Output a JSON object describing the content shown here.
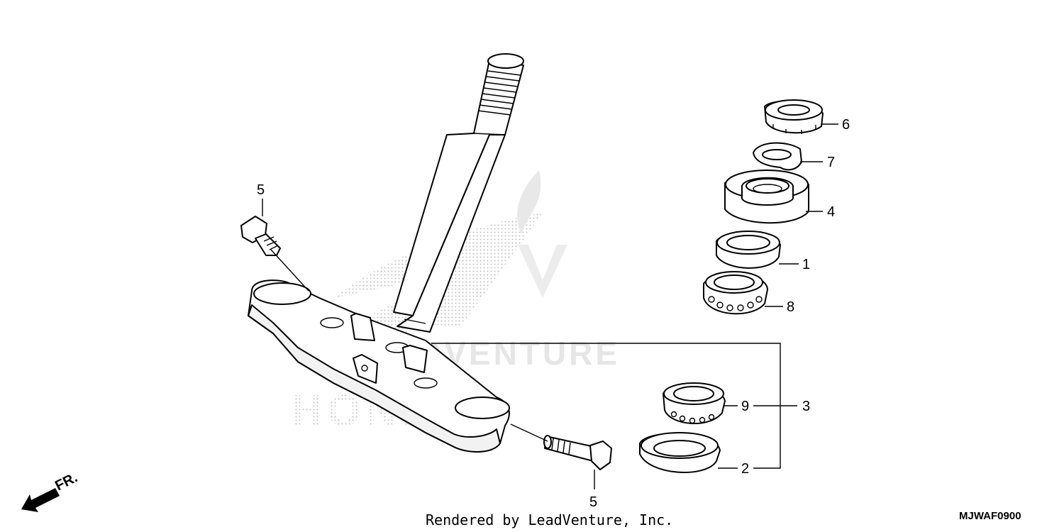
{
  "diagram": {
    "callouts": {
      "n1": "1",
      "n2": "2",
      "n3": "3",
      "n4": "4",
      "n5_top": "5",
      "n5_bottom": "5",
      "n6": "6",
      "n7": "7",
      "n8": "8",
      "n9": "9"
    },
    "front_marker": "FR.",
    "credit": "Rendered by LeadVenture, Inc.",
    "diagram_code": "MJWAF0900",
    "watermark": {
      "brand": "HONDA",
      "word": "LEADVENTURE"
    }
  }
}
